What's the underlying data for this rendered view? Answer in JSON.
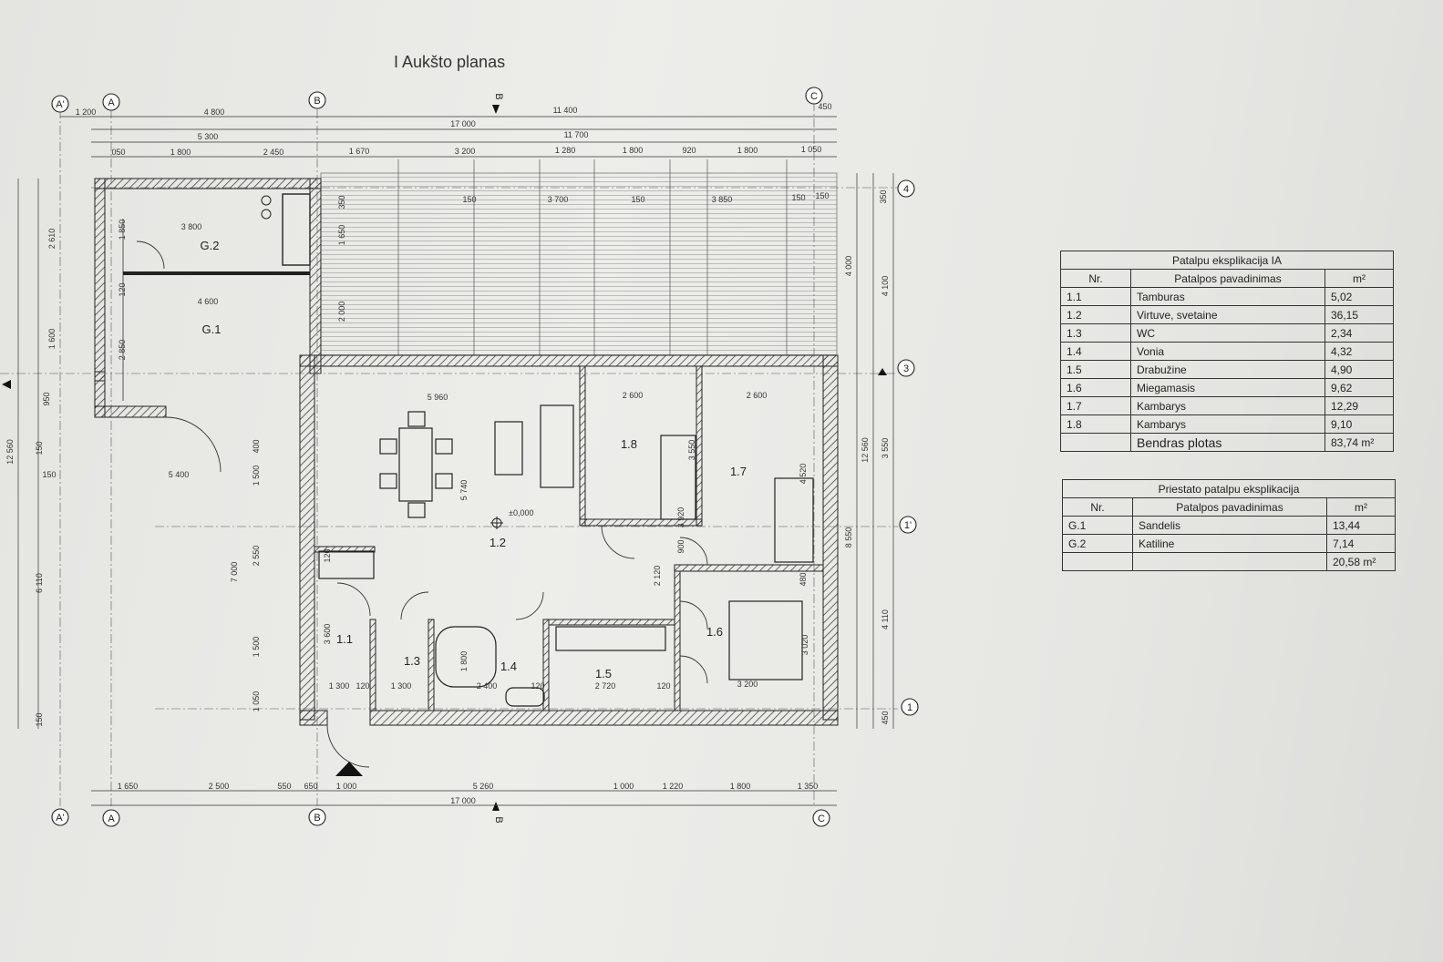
{
  "plan": {
    "title": "I Aukšto planas",
    "axes": [
      "A'",
      "A",
      "B",
      "C",
      "4",
      "3",
      "1'",
      "1",
      "B"
    ],
    "rooms": [
      {
        "id": "G.2"
      },
      {
        "id": "G.1"
      },
      {
        "id": "1.1"
      },
      {
        "id": "1.2"
      },
      {
        "id": "1.3"
      },
      {
        "id": "1.4"
      },
      {
        "id": "1.5"
      },
      {
        "id": "1.6"
      },
      {
        "id": "1.7"
      },
      {
        "id": "1.8"
      }
    ],
    "level_mark": "±0,000",
    "dims_top_1": [
      "1 200",
      "4 800",
      "11 400",
      "450"
    ],
    "dims_top_2": [
      "17 000"
    ],
    "dims_top_3": [
      "5 300",
      "11 700"
    ],
    "dims_top_4": [
      "050",
      "1 800",
      "2 450",
      "1 670",
      "3 200",
      "1 280",
      "1 800",
      "920",
      "1 800",
      "1 050"
    ],
    "dims_bottom_1": [
      "1 650",
      "2 500",
      "550",
      "650",
      "1 000",
      "5 260",
      "1 000",
      "1 220",
      "1 800",
      "1 350"
    ],
    "dims_bottom_2": [
      "17 000"
    ],
    "dims_right": [
      "350",
      "4 000",
      "4 100",
      "12 560",
      "3 550",
      "8 550",
      "4 110",
      "450"
    ],
    "dims_left": [
      "2 610",
      "1 600",
      "12 560",
      "150",
      "150",
      "6 110",
      "150"
    ],
    "dims_inner": [
      "3 800",
      "4 600",
      "1 850",
      "120",
      "2 850",
      "5 960",
      "5 740",
      "2 600",
      "2 600",
      "3 700",
      "3 850",
      "150",
      "150",
      "150",
      "150",
      "1 650",
      "2 000",
      "350",
      "5 400",
      "400",
      "1 500",
      "2 550",
      "7 000",
      "1 500",
      "3 600",
      "1 050",
      "1 300",
      "120",
      "1 300",
      "1 800",
      "2 400",
      "120",
      "2 720",
      "120",
      "3 200",
      "2 120",
      "900",
      "3 920",
      "4 520",
      "3 550",
      "120",
      "3 020",
      "480",
      "950"
    ]
  },
  "table1": {
    "caption": "Patalpu eksplikacija IA",
    "headers": [
      "Nr.",
      "Patalpos pavadinimas",
      "m²"
    ],
    "rows": [
      [
        "1.1",
        "Tamburas",
        "5,02"
      ],
      [
        "1.2",
        "Virtuve, svetaine",
        "36,15"
      ],
      [
        "1.3",
        "WC",
        "2,34"
      ],
      [
        "1.4",
        "Vonia",
        "4,32"
      ],
      [
        "1.5",
        "Drabužine",
        "4,90"
      ],
      [
        "1.6",
        "Miegamasis",
        "9,62"
      ],
      [
        "1.7",
        "Kambarys",
        "12,29"
      ],
      [
        "1.8",
        "Kambarys",
        "9,10"
      ]
    ],
    "total_label": "Bendras plotas",
    "total_value": "83,74 m²"
  },
  "table2": {
    "caption": "Priestato patalpu eksplikacija",
    "headers": [
      "Nr.",
      "Patalpos pavadinimas",
      "m²"
    ],
    "rows": [
      [
        "G.1",
        "Sandelis",
        "13,44"
      ],
      [
        "G.2",
        "Katiline",
        "7,14"
      ]
    ],
    "total_value": "20,58 m²"
  }
}
